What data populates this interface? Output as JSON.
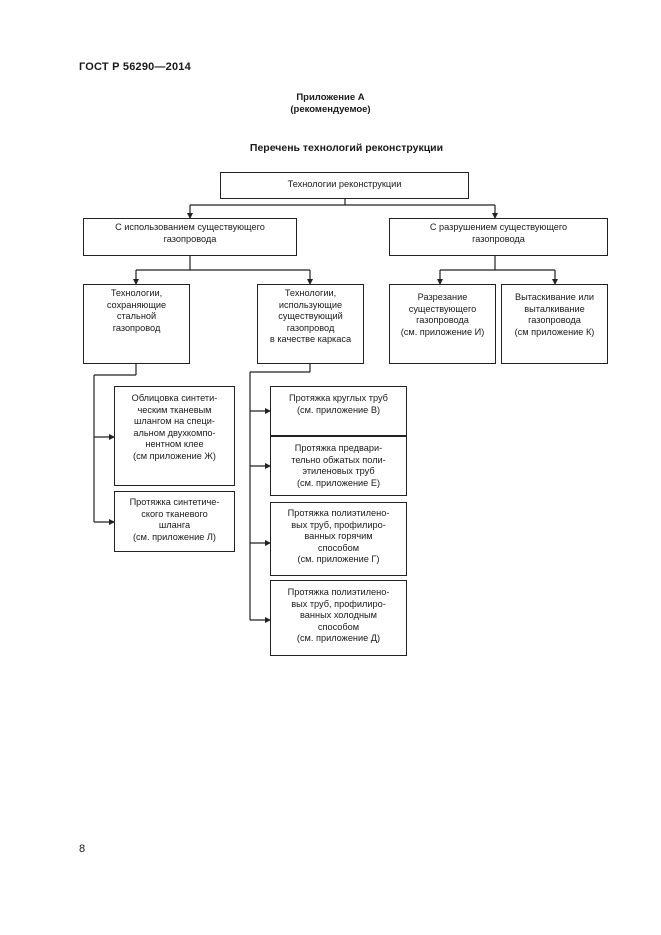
{
  "header": {
    "standard": "ГОСТ Р 56290—2014",
    "appendix_title": "Приложение А",
    "appendix_note": "(рекомендуемое)",
    "diagram_title": "Перечень технологий реконструкции"
  },
  "boxes": {
    "root": [
      "Технологии реконструкции"
    ],
    "existing": [
      "С использованием существующего",
      "газопровода"
    ],
    "destruct": [
      "С разрушением существующего",
      "газопровода"
    ],
    "preserve": [
      "Технологии,",
      "сохраняющие",
      "стальной",
      "газопровод"
    ],
    "frame": [
      "Технологии,",
      "использующие",
      "существующий",
      "газопровод",
      "в качестве каркаса"
    ],
    "cut": [
      "Разрезание",
      "существующего",
      "газопровода",
      "(см. приложение И)"
    ],
    "pull": [
      "Вытаскивание или",
      "выталкивание",
      "газопровода",
      "(см  приложение К)"
    ],
    "lining": [
      "Облицовка синтети-",
      "ческим тканевым",
      "шлангом на специ-",
      "альном двухкомпо-",
      "нентном клее",
      "(см  приложение Ж)"
    ],
    "hose": [
      "Протяжка синтетиче-",
      "ского тканевого",
      "шланга",
      "(см. приложение Л)"
    ],
    "round": [
      "Протяжка круглых труб",
      "(см. приложение В)"
    ],
    "compressed": [
      "Протяжка предвари-",
      "тельно обжатых поли-",
      "этиленовых труб",
      "(см. приложение Е)"
    ],
    "hot": [
      "Протяжка полиэтилено-",
      "вых труб, профилиро-",
      "ванных горячим",
      "способом",
      "(см. приложение Г)"
    ],
    "cold": [
      "Протяжка полиэтилено-",
      "вых труб, профилиро-",
      "ванных холодным",
      "способом",
      "(см. приложение Д)"
    ]
  },
  "page_number": "8"
}
